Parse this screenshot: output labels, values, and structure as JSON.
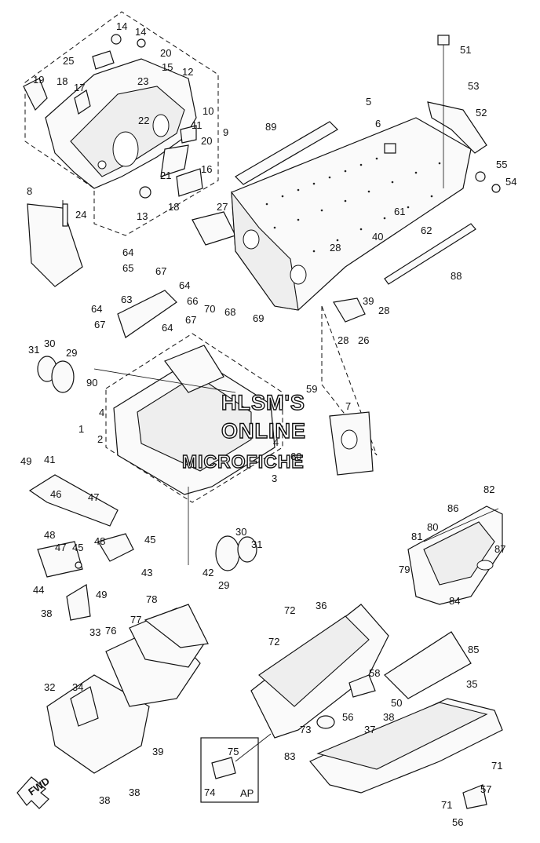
{
  "watermark": {
    "line1": "HLSM'S",
    "line2": "ONLINE",
    "line3": "MICROFICHE"
  },
  "fwd_label": "FWD",
  "ap_label": "AP",
  "callouts": {
    "c1": "1",
    "c2": "2",
    "c3": "3",
    "c4a": "4",
    "c4b": "4",
    "c5": "5",
    "c6": "6",
    "c7": "7",
    "c8": "8",
    "c9": "9",
    "c10": "10",
    "c11": "11",
    "c12": "12",
    "c13": "13",
    "c14a": "14",
    "c14b": "14",
    "c15": "15",
    "c16": "16",
    "c17": "17",
    "c18a": "18",
    "c18b": "18",
    "c19": "19",
    "c20a": "20",
    "c20b": "20",
    "c21": "21",
    "c22": "22",
    "c23": "23",
    "c24": "24",
    "c25": "25",
    "c26": "26",
    "c27": "27",
    "c28a": "28",
    "c28b": "28",
    "c28c": "28",
    "c29a": "29",
    "c29b": "29",
    "c30a": "30",
    "c30b": "30",
    "c31a": "31",
    "c31b": "31",
    "c32": "32",
    "c33": "33",
    "c34": "34",
    "c35": "35",
    "c36": "36",
    "c37": "37",
    "c38a": "38",
    "c38b": "38",
    "c38c": "38",
    "c38d": "38",
    "c39a": "39",
    "c39b": "39",
    "c40": "40",
    "c41": "41",
    "c42": "42",
    "c43": "43",
    "c44": "44",
    "c45a": "45",
    "c45b": "45",
    "c46": "46",
    "c47a": "47",
    "c47b": "47",
    "c48a": "48",
    "c48b": "48",
    "c49a": "49",
    "c49b": "49",
    "c50": "50",
    "c51": "51",
    "c52": "52",
    "c53": "53",
    "c54": "54",
    "c55": "55",
    "c56a": "56",
    "c56b": "56",
    "c57": "57",
    "c58": "58",
    "c59": "59",
    "c60": "60",
    "c61": "61",
    "c62": "62",
    "c63": "63",
    "c64a": "64",
    "c64b": "64",
    "c64c": "64",
    "c64d": "64",
    "c65": "65",
    "c66": "66",
    "c67a": "67",
    "c67b": "67",
    "c67c": "67",
    "c68": "68",
    "c69": "69",
    "c70": "70",
    "c71a": "71",
    "c71b": "71",
    "c72a": "72",
    "c72b": "72",
    "c73": "73",
    "c74": "74",
    "c75": "75",
    "c76": "76",
    "c77": "77",
    "c78": "78",
    "c79": "79",
    "c80": "80",
    "c81": "81",
    "c82": "82",
    "c83": "83",
    "c84": "84",
    "c85": "85",
    "c86": "86",
    "c87": "87",
    "c88": "88",
    "c89": "89",
    "c90": "90"
  }
}
